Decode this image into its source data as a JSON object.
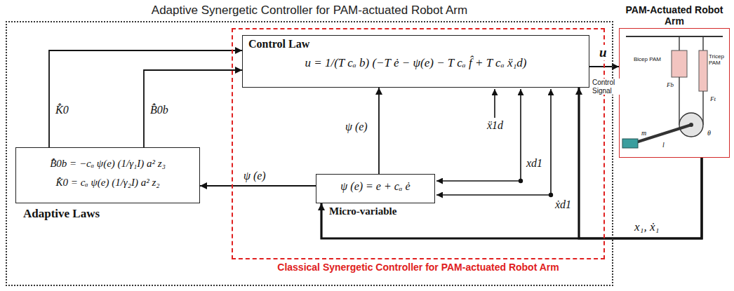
{
  "diagram": {
    "nodes": [
      {
        "text": [
          "Adaptive Synergetic Controller for PAM-actuated Robot Arm"
        ]
      },
      {
        "text": [
          "Classical Synergetic Controller for PAM-actuated Robot Arm"
        ],
        "in": 0
      },
      {
        "text": [
          "Control Law",
          "u = 1/(T cₐ b) (−T ė − ψ(e) − T cₐ f̂ + T cₐ ẍ₁d)"
        ],
        "in": 1
      },
      {
        "text": [
          "ψ (e) = e + cₐ ė",
          "Micro-variable"
        ],
        "in": 1
      },
      {
        "text": [
          "B̂̇0b = −cₐ ψ(e) (1/γ₁I) a² z₃",
          "K̂̇0 = cₐ ψ(e) (1/γ₂I) a² z₂",
          "Adaptive Laws"
        ],
        "in": 0
      },
      {
        "text": [
          "PAM-Actuated Robot Arm"
        ]
      }
    ],
    "edges": [
      {
        "from": 2,
        "to": 5,
        "arrow": "to",
        "label": "u"
      },
      {
        "from": 4,
        "to": 2,
        "arrow": "to",
        "label": "K̂̇0"
      },
      {
        "from": 4,
        "to": 2,
        "arrow": "to",
        "label": "B̂̇0b"
      },
      {
        "from": 3,
        "to": 2,
        "arrow": "to",
        "label": "ψ (e)"
      },
      {
        "from": 3,
        "to": 4,
        "arrow": "to",
        "label": "ψ (e)"
      },
      {
        "from": 5,
        "to": 3,
        "arrow": "to",
        "label": "x₁, ẋ₁"
      },
      {
        "from": 5,
        "to": 2,
        "arrow": "to"
      }
    ],
    "labels": [
      "Control Signal",
      "ẍ1d",
      "xd1",
      "ẋd1",
      "Bicep PAM",
      "Tricep PAM",
      "Fb",
      "Ft",
      "m",
      "l",
      "θ"
    ]
  }
}
